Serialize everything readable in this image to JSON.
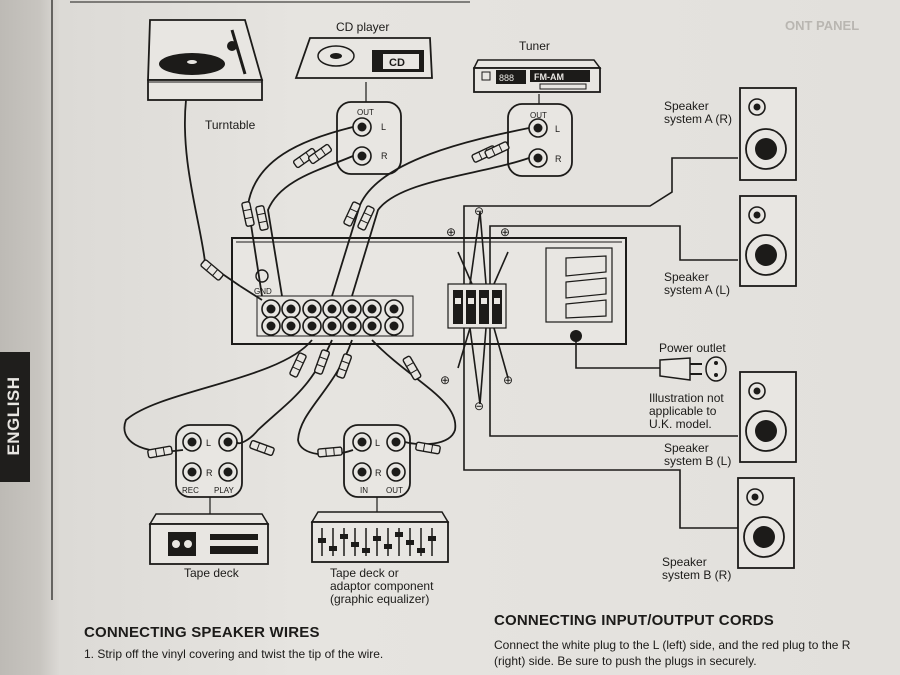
{
  "binding_tab": {
    "label": "ENGLISH"
  },
  "faint_header": "ONT PANEL",
  "components": {
    "turntable": "Turntable",
    "cd_player": "CD player",
    "cd_face": "CD",
    "tuner": "Tuner",
    "tuner_display": "FM-AM",
    "tape_deck": "Tape deck",
    "tape_deck_adaptor": [
      "Tape deck or",
      "adaptor component",
      "(graphic equalizer)"
    ],
    "power_outlet": "Power outlet",
    "uk_note": [
      "Illustration not",
      "applicable to",
      "U.K. model."
    ]
  },
  "speakers": {
    "a_r": [
      "Speaker",
      "system A (R)"
    ],
    "a_l": [
      "Speaker",
      "system A (L)"
    ],
    "b_l": [
      "Speaker",
      "system B (L)"
    ],
    "b_r": [
      "Speaker",
      "system B (R)"
    ]
  },
  "jack_labels": {
    "out": "OUT",
    "l": "L",
    "r": "R",
    "rec": "REC",
    "play": "PLAY",
    "in": "IN",
    "plus": "⊕",
    "minus": "⊖"
  },
  "sections": {
    "speaker_wires_title": "CONNECTING SPEAKER WIRES",
    "speaker_wires_step": "1. Strip off the vinyl covering and twist the tip of the wire.",
    "io_cords_title": "CONNECTING INPUT/OUTPUT CORDS",
    "io_cords_body": "Connect the white plug to the L (left) side, and the red plug to the R (right) side. Be sure to push the plugs in securely."
  }
}
